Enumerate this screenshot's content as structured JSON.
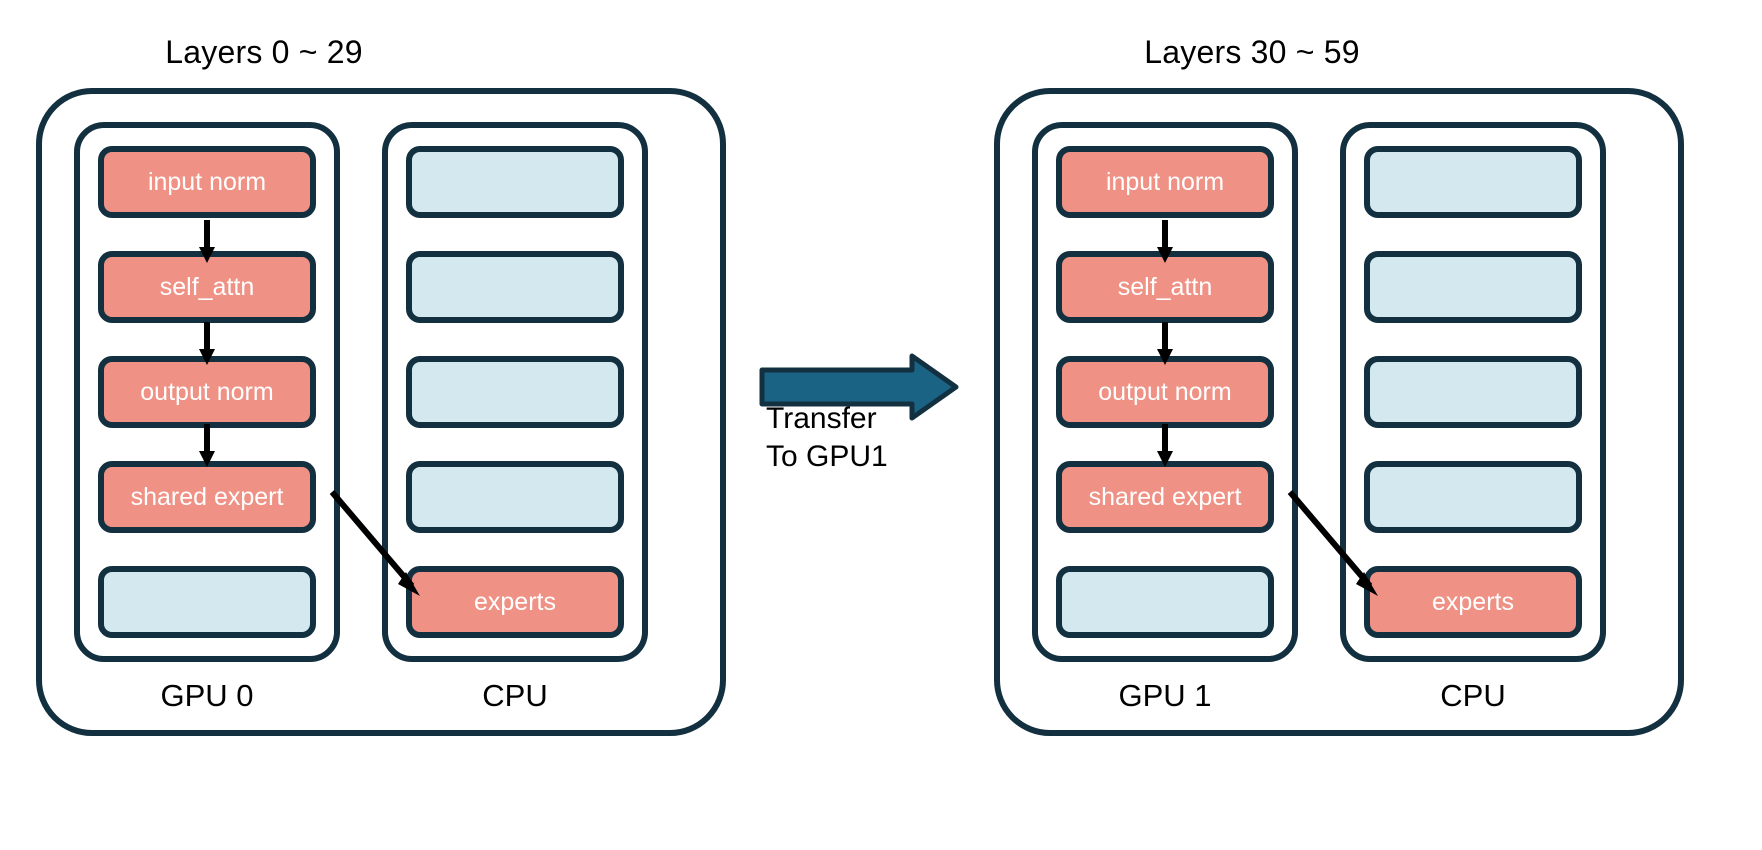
{
  "diagram": {
    "title_left": "Layers 0 ~ 29",
    "title_right": "Layers 30 ~ 59",
    "colors": {
      "compute_block": "#ef9184",
      "idle_block": "#d3e9ef",
      "outline": "#12303f",
      "transfer_arrow": "#1b6384",
      "block_text": "#ffffff",
      "label_text": "#000000",
      "background": "#ffffff"
    },
    "panels": [
      {
        "id": "panel-layers-0-29",
        "title": "Layers 0 ~ 29",
        "gpu": {
          "label": "GPU 0",
          "slots": [
            {
              "text": "input norm",
              "state": "compute"
            },
            {
              "text": "self_attn",
              "state": "compute"
            },
            {
              "text": "output norm",
              "state": "compute"
            },
            {
              "text": "shared expert",
              "state": "compute"
            },
            {
              "text": "",
              "state": "idle"
            }
          ]
        },
        "cpu": {
          "label": "CPU",
          "slots": [
            {
              "text": "",
              "state": "idle"
            },
            {
              "text": "",
              "state": "idle"
            },
            {
              "text": "",
              "state": "idle"
            },
            {
              "text": "",
              "state": "idle"
            },
            {
              "text": "experts",
              "state": "compute"
            }
          ]
        }
      },
      {
        "id": "panel-layers-30-59",
        "title": "Layers 30 ~ 59",
        "gpu": {
          "label": "GPU 1",
          "slots": [
            {
              "text": "input norm",
              "state": "compute"
            },
            {
              "text": "self_attn",
              "state": "compute"
            },
            {
              "text": "output norm",
              "state": "compute"
            },
            {
              "text": "shared expert",
              "state": "compute"
            },
            {
              "text": "",
              "state": "idle"
            }
          ]
        },
        "cpu": {
          "label": "CPU",
          "slots": [
            {
              "text": "",
              "state": "idle"
            },
            {
              "text": "",
              "state": "idle"
            },
            {
              "text": "",
              "state": "idle"
            },
            {
              "text": "",
              "state": "idle"
            },
            {
              "text": "experts",
              "state": "compute"
            }
          ]
        }
      }
    ],
    "transfer": {
      "line1": "Transfer",
      "line2": "To GPU1"
    }
  }
}
